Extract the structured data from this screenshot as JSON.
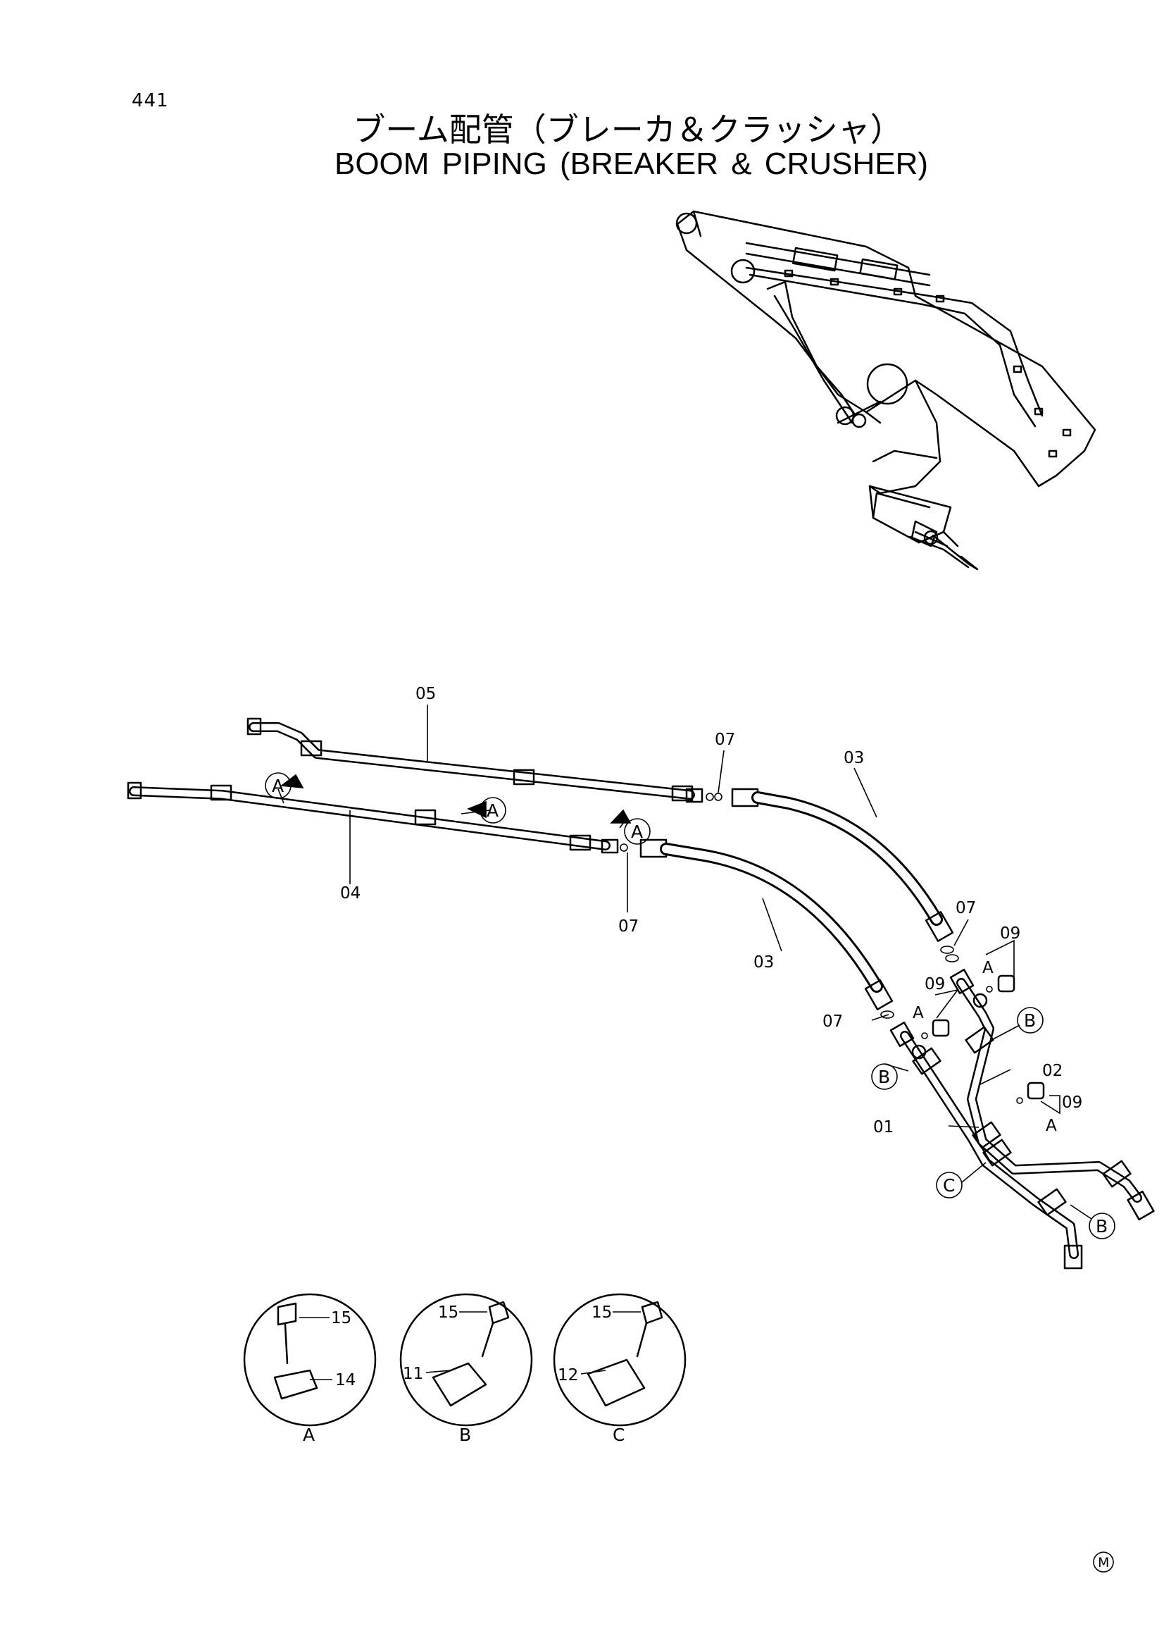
{
  "page": {
    "number": "441"
  },
  "title": {
    "japanese": "ブーム配管（ブレーカ＆クラッシャ）",
    "english": "BOOM  PIPING  (BREAKER & CRUSHER)"
  },
  "callouts": {
    "p05": "05",
    "p04": "04",
    "p07_top": "07",
    "p07_mid": "07",
    "p07_right": "07",
    "p07_low": "07",
    "p03_top": "03",
    "p03_mid": "03",
    "p09_a": "09",
    "p09_b": "09",
    "p09_c": "09",
    "p02": "02",
    "p01": "01"
  },
  "view_refs": {
    "a1": "A",
    "a2": "A",
    "a3": "A",
    "a4": "A",
    "a5": "A",
    "a6": "A",
    "b1": "B",
    "b2": "B",
    "b3": "B",
    "c1": "C"
  },
  "detail_views": [
    {
      "view": "A",
      "bolt": "15",
      "clamp": "14"
    },
    {
      "view": "B",
      "bolt": "15",
      "clamp": "11"
    },
    {
      "view": "C",
      "bolt": "15",
      "clamp": "12"
    }
  ],
  "mark": "M"
}
